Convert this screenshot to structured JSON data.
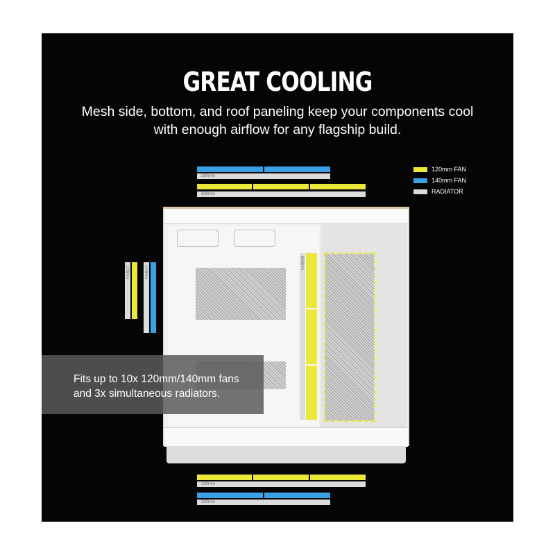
{
  "heading": "GREAT COOLING",
  "subheading": "Mesh side, bottom, and roof paneling keep your components cool with enough airflow for any flagship build.",
  "legend": [
    {
      "label": "120mm FAN",
      "color": "#ece83a"
    },
    {
      "label": "140mm FAN",
      "color": "#3aa0e6"
    },
    {
      "label": "RADIATOR",
      "color": "#dcdcdc"
    }
  ],
  "top_radiators": {
    "r280": "280mm",
    "r360": "360mm"
  },
  "side_radiators": {
    "r120": "120mm",
    "r140": "140mm"
  },
  "front_radiator": "360mm",
  "bottom_radiators": {
    "r360": "360mm",
    "r280": "280mm"
  },
  "callout": {
    "line1": "Fits up to 10x 120mm/140mm fans",
    "line2": "and 3x simultaneous radiators."
  }
}
